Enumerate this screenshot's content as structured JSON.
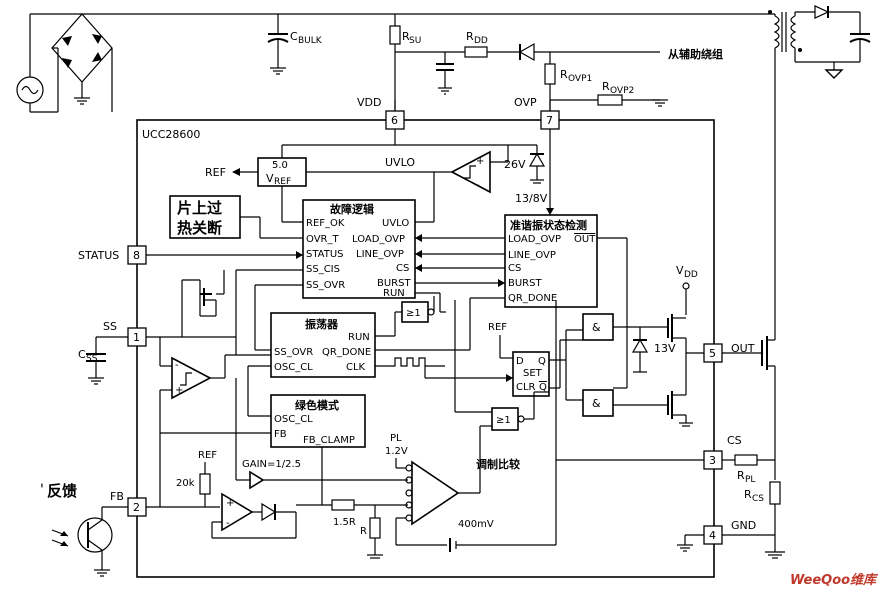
{
  "chip": {
    "name": "UCC28600"
  },
  "pins": {
    "p1": {
      "num": "1",
      "name": "SS"
    },
    "p2": {
      "num": "2",
      "name": "FB"
    },
    "p3": {
      "num": "3",
      "name": "CS"
    },
    "p4": {
      "num": "4",
      "name": "GND"
    },
    "p5": {
      "num": "5",
      "name": "OUT"
    },
    "p6": {
      "num": "6",
      "name": "VDD"
    },
    "p7": {
      "num": "7",
      "name": "OVP"
    },
    "p8": {
      "num": "8",
      "name": "STATUS"
    }
  },
  "external": {
    "cbulk": "C",
    "cbulk_sub": "BULK",
    "rsu": "R",
    "rsu_sub": "SU",
    "rdd": "R",
    "rdd_sub": "DD",
    "aux_winding": "从辅助绕组",
    "rovp1": "R",
    "rovp1_sub": "OVP1",
    "rovp2": "R",
    "rovp2_sub": "OVP2",
    "css": "C",
    "css_sub": "SS",
    "rpl": "R",
    "rpl_sub": "PL",
    "rcs": "R",
    "rcs_sub": "CS",
    "feedback": "反馈",
    "feedback_mark": "'",
    "watermark": "WeeQoo维库"
  },
  "internal": {
    "vref_val": "5.0",
    "vref": "V",
    "vref_sub": "REF",
    "ref_out": "REF",
    "uvlo": "UVLO",
    "zener_26": "26V",
    "uvlo_thr": "13/8V",
    "thermal_line1": "片上过",
    "thermal_line2": "热关断",
    "fault_title": "故障逻辑",
    "fault_in": [
      "REF_OK",
      "OVR_T",
      "STATUS",
      "SS_CIS",
      "SS_OVR"
    ],
    "fault_out": [
      "UVLO",
      "LOAD_OVP",
      "LINE_OVP",
      "CS",
      "BURST",
      "RUN"
    ],
    "qr_title": "准谐振状态检测",
    "qr_in": [
      "LOAD_OVP",
      "LINE_OVP",
      "CS",
      "BURST",
      "QR_DONE"
    ],
    "qr_out": "OUT",
    "osc_title": "振荡器",
    "osc_pins": [
      "RUN",
      "SS_OVR",
      "QR_DONE",
      "OSC_CL",
      "CLK"
    ],
    "green_title": "绿色模式",
    "green_pins": [
      "OSC_CL",
      "FB",
      "FB_CLAMP"
    ],
    "or_gate": "≥1",
    "ref2": "REF",
    "ff": [
      "D",
      "Q",
      "SET",
      "CLR",
      "Q"
    ],
    "and_gate": "&",
    "vdd_label": "V",
    "vdd_sub": "DD",
    "zener_13": "13V",
    "pl": "PL",
    "pl_v": "1.2V",
    "gain": "GAIN=1/2.5",
    "ref_fb": "REF",
    "r20k": "20k",
    "r15": "1.5R",
    "r_small": "R",
    "mod_compare": "调制比较",
    "v400": "400mV"
  }
}
